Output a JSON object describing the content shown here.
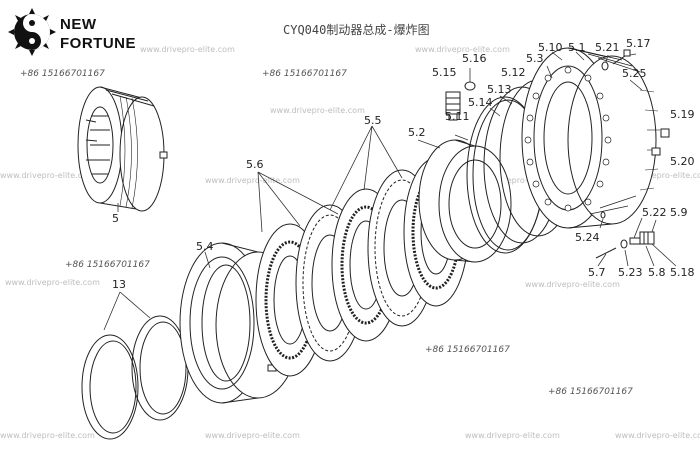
{
  "brand": {
    "line1": "NEW",
    "line2": "FORTUNE"
  },
  "title": "CYQ040制动器总成-爆炸图",
  "watermark_text": "www.drivepro-elite.com",
  "phone_text": "+86 15166701167",
  "labels": {
    "p5": "5",
    "p5_1": "5.1",
    "p5_2": "5.2",
    "p5_3": "5.3",
    "p5_4": "5.4",
    "p5_5": "5.5",
    "p5_6": "5.6",
    "p5_7": "5.7",
    "p5_8": "5.8",
    "p5_9": "5.9",
    "p5_10": "5.10",
    "p5_11": "5.11",
    "p5_12": "5.12",
    "p5_13": "5.13",
    "p5_14": "5.14",
    "p5_15": "5.15",
    "p5_16": "5.16",
    "p5_17": "5.17",
    "p5_18": "5.18",
    "p5_19": "5.19",
    "p5_20": "5.20",
    "p5_21": "5.21",
    "p5_22": "5.22",
    "p5_23": "5.23",
    "p5_24": "5.24",
    "p5_25": "5.25",
    "p13": "13"
  },
  "colors": {
    "line": "#222222",
    "watermark": "#bdbdbd",
    "logo": "#111111"
  }
}
